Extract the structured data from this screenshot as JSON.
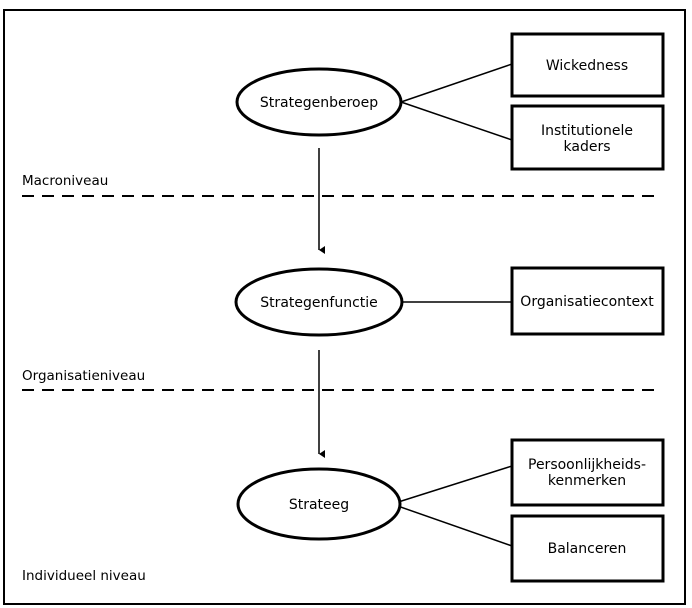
{
  "ellipses": {
    "strategenberoep": "Strategenberoep",
    "strategenfunctie": "Strategenfunctie",
    "strateeg": "Strateeg"
  },
  "boxes": {
    "wickedness": [
      "Wickedness"
    ],
    "institutionele_kaders": [
      "Institutionele",
      "kaders"
    ],
    "organisatiecontext": [
      "Organisatiecontext"
    ],
    "persoonlijkheidskenmerken": [
      "Persoonlijkheids-",
      "kenmerken"
    ],
    "balanceren": [
      "Balanceren"
    ]
  },
  "levels": {
    "macro": "Macroniveau",
    "organisatie": "Organisatieniveau",
    "individueel": "Individueel niveau"
  }
}
